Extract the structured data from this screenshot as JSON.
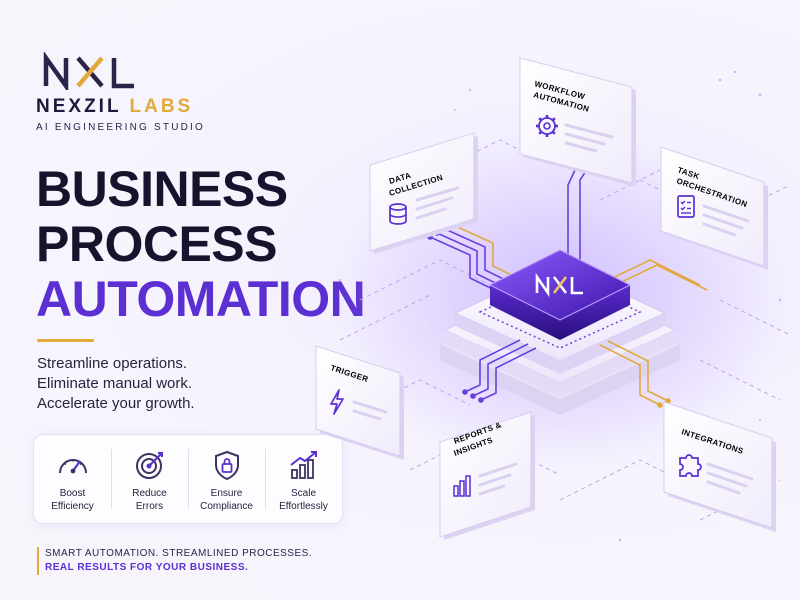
{
  "brand": {
    "name_main": "NEXZIL",
    "name_accent": "LABS",
    "tagline": "AI ENGINEERING STUDIO",
    "logo_text": "NXL"
  },
  "headline": {
    "line1": "BUSINESS",
    "line2": "PROCESS",
    "line3": "AUTOMATION"
  },
  "subheadline": [
    "Streamline operations.",
    "Eliminate manual work.",
    "Accelerate your growth."
  ],
  "benefits": [
    {
      "icon": "gauge-icon",
      "line1": "Boost",
      "line2": "Efficiency"
    },
    {
      "icon": "target-icon",
      "line1": "Reduce",
      "line2": "Errors"
    },
    {
      "icon": "shield-lock-icon",
      "line1": "Ensure",
      "line2": "Compliance"
    },
    {
      "icon": "growth-chart-icon",
      "line1": "Scale",
      "line2": "Effortlessly"
    }
  ],
  "footer": {
    "line1": "SMART AUTOMATION. STREAMLINED PROCESSES.",
    "line2": "REAL RESULTS FOR YOUR BUSINESS."
  },
  "diagram": {
    "hub_label": "NXL",
    "cards": [
      {
        "id": "workflow",
        "line1": "WORKFLOW",
        "line2": "AUTOMATION",
        "icon": "gear-icon"
      },
      {
        "id": "data",
        "line1": "DATA",
        "line2": "COLLECTION",
        "icon": "database-icon"
      },
      {
        "id": "task",
        "line1": "TASK",
        "line2": "ORCHESTRATION",
        "icon": "checklist-icon"
      },
      {
        "id": "trigger",
        "line1": "TRIGGER",
        "line2": "",
        "icon": "lightning-icon"
      },
      {
        "id": "reports",
        "line1": "REPORTS &",
        "line2": "INSIGHTS",
        "icon": "bar-chart-icon"
      },
      {
        "id": "integrations",
        "line1": "INTEGRATIONS",
        "line2": "",
        "icon": "puzzle-icon"
      }
    ]
  },
  "colors": {
    "primary": "#5b2fd1",
    "accent": "#e2a93b",
    "ink": "#16132d",
    "background": "#f6f3fd"
  }
}
